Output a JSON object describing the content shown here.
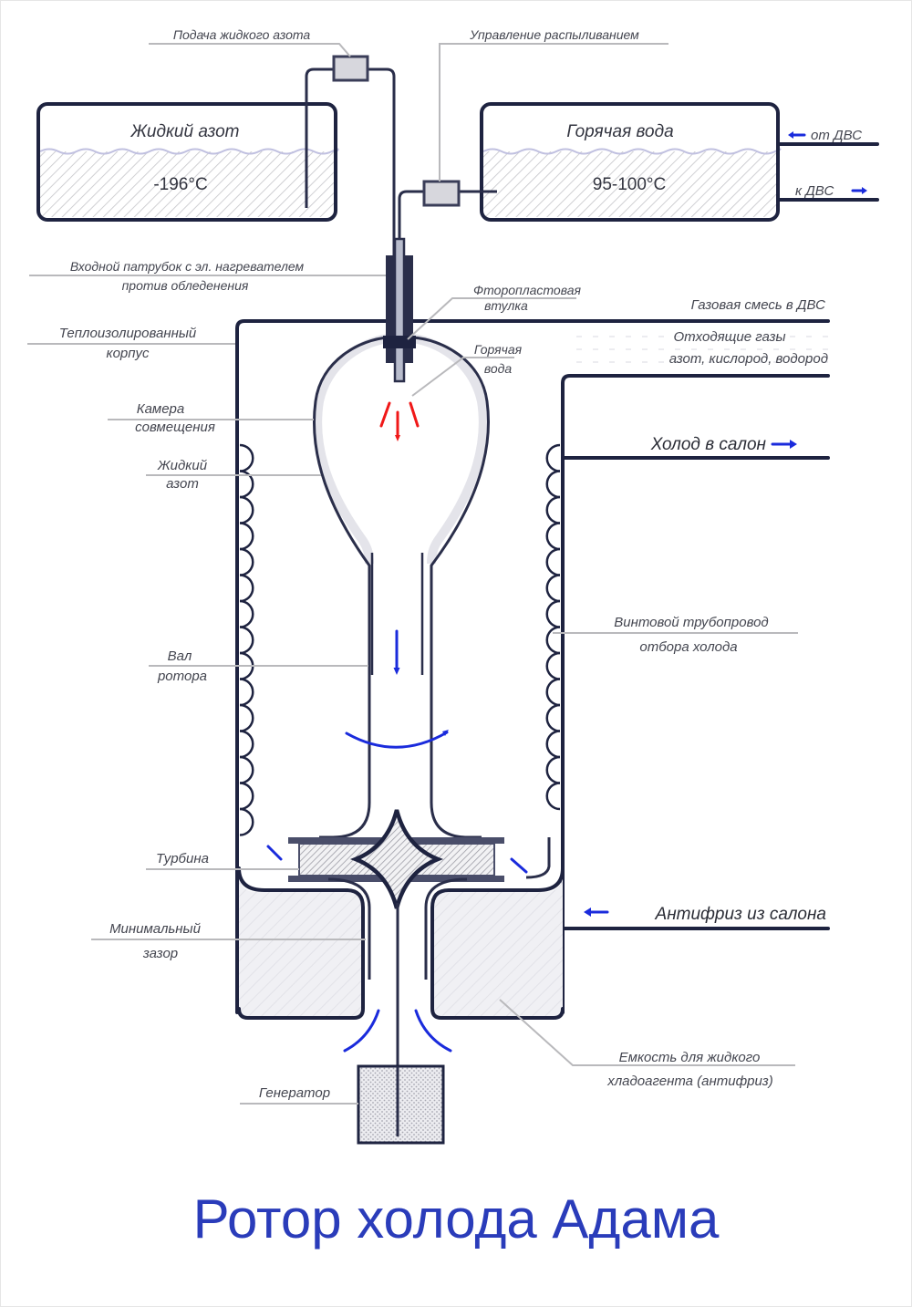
{
  "title": "Ротор холода Адама",
  "colors": {
    "wall": "#1e2340",
    "flow_blue": "#1a2bdc",
    "hot_spray_red": "#f01818",
    "label_text": "#444650",
    "title_blue": "#2a3cba"
  },
  "tanks": {
    "nitrogen": {
      "name": "Жидкий азот",
      "temperature": "-196°C"
    },
    "hot_water": {
      "name": "Горячая вода",
      "temperature": "95-100°C"
    }
  },
  "flows": {
    "from_ice": "от ДВС",
    "to_ice": "к ДВС",
    "gas_mix": "Газовая смесь в ДВС",
    "exhaust_line1": "Отходящие газы",
    "exhaust_line2": "азот, кислород, водород",
    "cold_to_cabin": "Холод в салон",
    "antifreeze_from_cabin": "Антифриз из салона"
  },
  "labels": {
    "nitrogen_feed": "Подача жидкого азота",
    "spray_control": "Управление распыливанием",
    "inlet_line1": "Входной патрубок с эл. нагревателем",
    "inlet_line2": "против обледенения",
    "housing_line1": "Теплоизолированный",
    "housing_line2": "корпус",
    "ptfe_line1": "Фторопластовая",
    "ptfe_line2": "втулка",
    "hotwater_line1": "Горячая",
    "hotwater_line2": "вода",
    "chamber_line1": "Камера",
    "chamber_line2": "совмещения",
    "liqn_line1": "Жидкий",
    "liqn_line2": "азот",
    "shaft_line1": "Вал",
    "shaft_line2": "ротора",
    "coil_line1": "Винтовой трубопровод",
    "coil_line2": "отбора холода",
    "turbine": "Турбина",
    "gap_line1": "Минимальный",
    "gap_line2": "зазор",
    "reservoir_line1": "Емкость для жидкого",
    "reservoir_line2": "хладоагента (антифриз)",
    "generator": "Генератор"
  },
  "icons": {
    "arrow_left": "arrow-left-icon",
    "arrow_right": "arrow-right-icon"
  }
}
